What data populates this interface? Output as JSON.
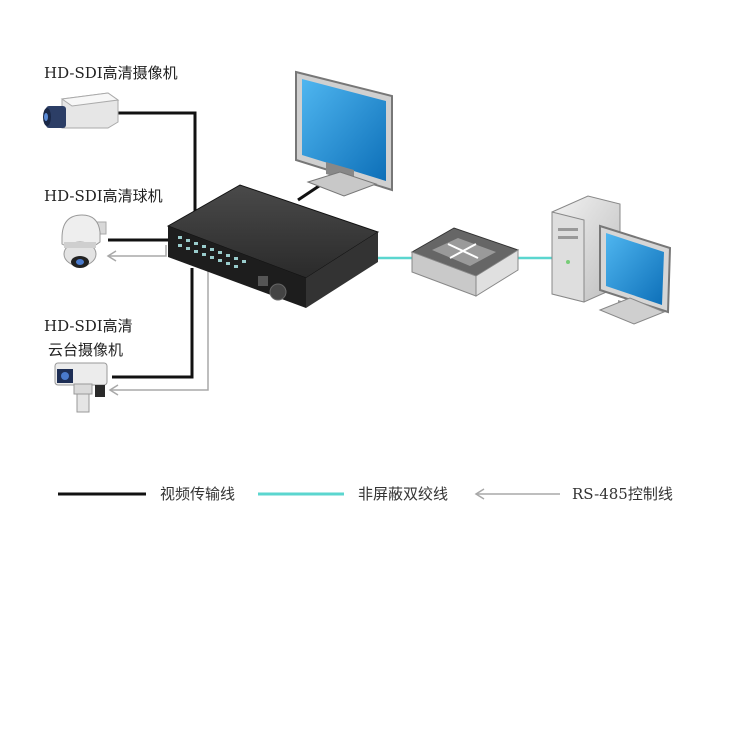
{
  "devices": {
    "box_camera_label": "HD-SDI高清摄像机",
    "dome_camera_label": "HD-SDI高清球机",
    "ptz_camera_label_line1": "HD-SDI高清",
    "ptz_camera_label_line2": "云台摄像机"
  },
  "legend": {
    "video_line": "视频传输线",
    "utp_line": "非屏蔽双绞线",
    "rs485_line": "RS-485控制线"
  },
  "colors": {
    "video_line": "#111111",
    "utp_line": "#5bd6cf",
    "rs485_line": "#a8a8a8",
    "screen_blue": "#1b8fd6"
  },
  "icons": {
    "box_camera": "box-camera-icon",
    "dome_camera": "dome-camera-icon",
    "ptz_camera": "ptz-camera-icon",
    "dvr": "dvr-recorder-icon",
    "monitor": "monitor-icon",
    "switch": "network-switch-icon",
    "pc": "desktop-pc-icon"
  }
}
